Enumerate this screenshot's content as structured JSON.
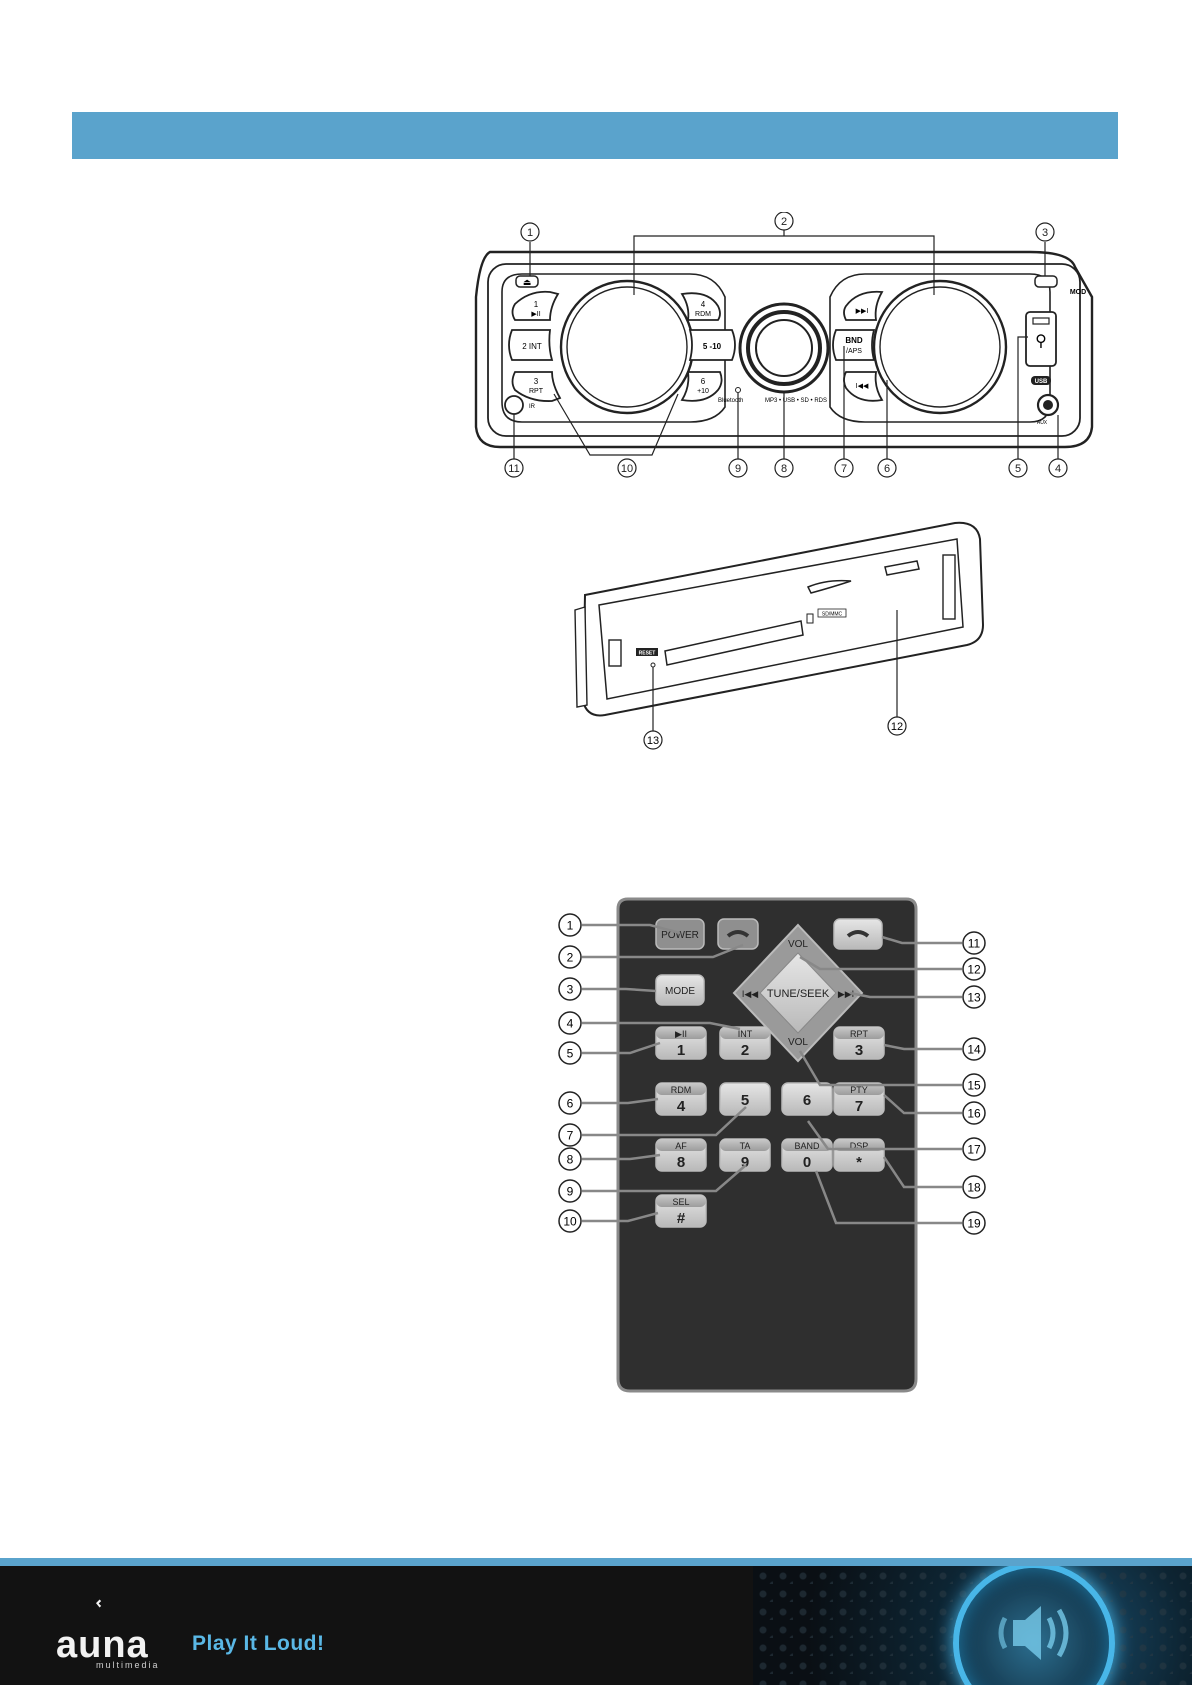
{
  "front_panel": {
    "callouts": [
      "1",
      "2",
      "3",
      "4",
      "5",
      "6",
      "7",
      "8",
      "9",
      "10",
      "11"
    ],
    "labels": {
      "eject": "⏏",
      "mod": "MOD",
      "b1_num": "1",
      "b1_icon": "▶II",
      "b2": "2 INT",
      "b3_num": "3",
      "b3_sub": "RPT",
      "b4_num": "4",
      "b4_sub": "RDM",
      "b5": "5 -10",
      "b6_num": "6",
      "b6_sub": "+10",
      "bnd": "BND",
      "aps": "/APS",
      "next": "▶▶I",
      "prev": "I◀◀",
      "bluetooth": "Bluetooth",
      "formats": "MP3 • USB • SD • RDS",
      "ir": "IR",
      "usb": "USB",
      "aux": "AUX"
    }
  },
  "back_panel": {
    "callouts": [
      "12",
      "13"
    ],
    "labels": {
      "reset": "RESET",
      "sd": "SD/MMC"
    }
  },
  "remote": {
    "callouts": [
      "1",
      "2",
      "3",
      "4",
      "5",
      "6",
      "7",
      "8",
      "9",
      "10",
      "11",
      "12",
      "13",
      "14",
      "15",
      "16",
      "17",
      "18",
      "19"
    ],
    "buttons": {
      "power": "POWER",
      "mode": "MODE",
      "vol_up": "VOL",
      "vol_down": "VOL",
      "tune_seek": "TUNE/SEEK",
      "prev": "I◀◀",
      "next": "▶▶I",
      "k1_top": "▶II",
      "k1": "1",
      "k2_top": "INT",
      "k2": "2",
      "k3_top": "RPT",
      "k3": "3",
      "k4_top": "RDM",
      "k4": "4",
      "k5": "5",
      "k6": "6",
      "k7_top": "PTY",
      "k7": "7",
      "k8_top": "AF",
      "k8": "8",
      "k9_top": "TA",
      "k9": "9",
      "k0_top": "BAND",
      "k0": "0",
      "kstar_top": "DSP",
      "kstar": "*",
      "khash_top": "SEL",
      "khash": "#"
    }
  },
  "footer": {
    "brand": "auna",
    "brand_sub": "multimedia",
    "tagline": "Play It Loud!",
    "accent": "#5aa3cc"
  }
}
